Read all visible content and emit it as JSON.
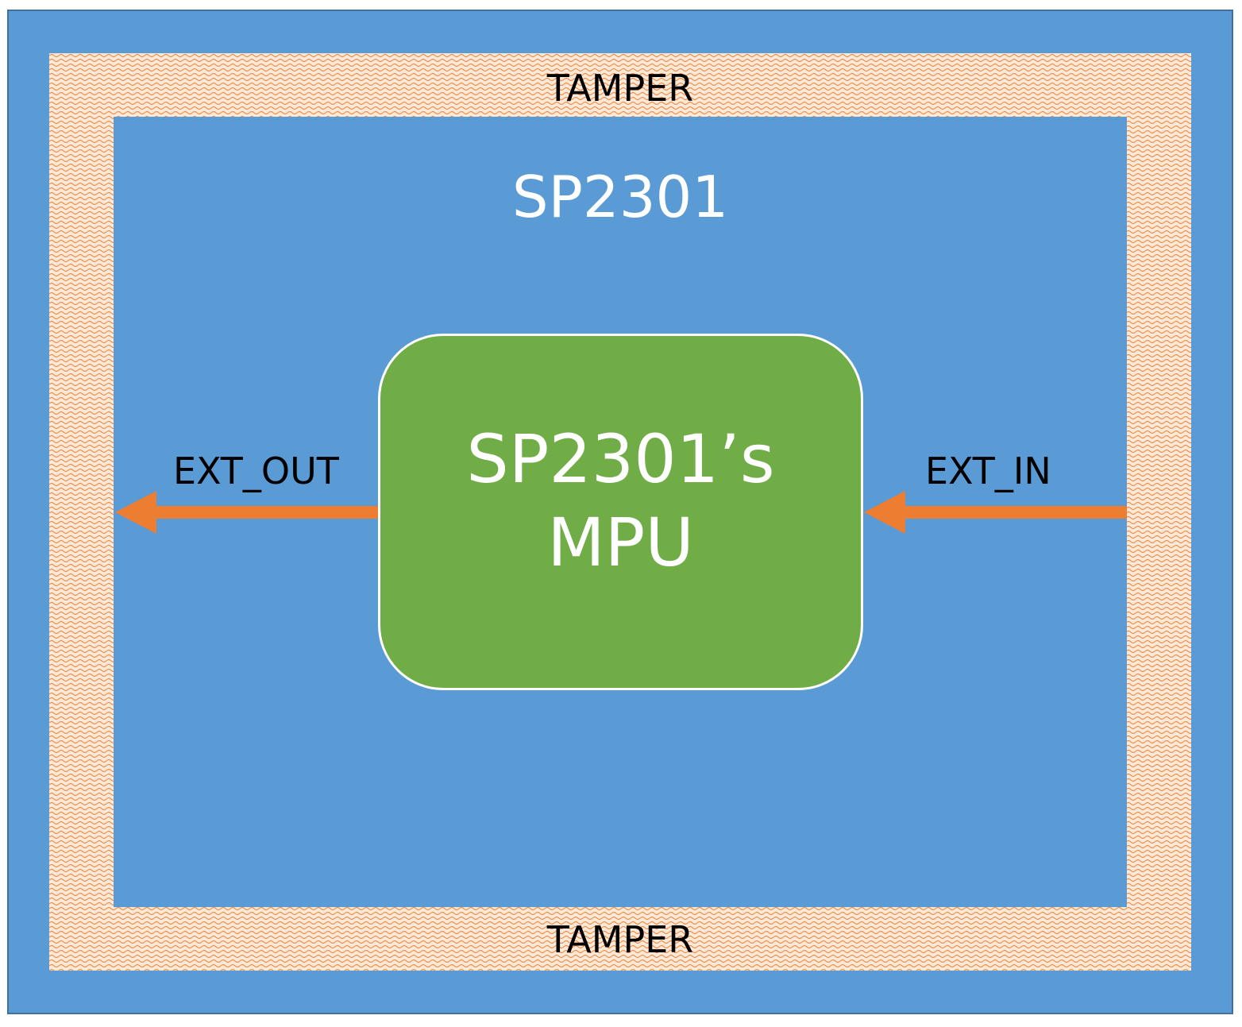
{
  "tamper": {
    "top_label": "TAMPER",
    "bottom_label": "TAMPER"
  },
  "chip": {
    "title": "SP2301"
  },
  "mpu": {
    "line1": "SP2301’s",
    "line2": "MPU"
  },
  "signals": {
    "out_label": "EXT_OUT",
    "in_label": "EXT_IN"
  },
  "colors": {
    "chip_blue": "#5b9bd5",
    "tamper_fill": "#fbe8d6",
    "tamper_wave": "#ed7d31",
    "mpu_green": "#70ad47",
    "arrow_orange": "#ed7d31"
  }
}
